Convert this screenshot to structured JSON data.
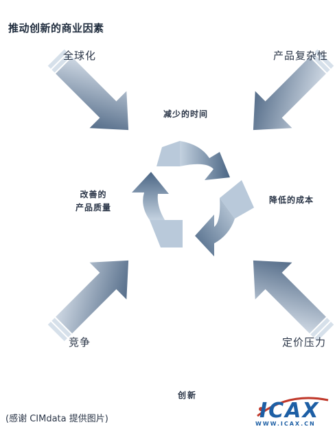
{
  "title": "推动创新的商业因素",
  "forces": {
    "globalization": "全球化",
    "complexity": "产品复杂性",
    "competition": "竞争",
    "pricing": "定价压力"
  },
  "center": {
    "time": "减少的时间",
    "quality_line1": "改善的",
    "quality_line2": "产品质量",
    "cost": "降低的成本"
  },
  "footer": "创新",
  "caption": "(感谢 CIMdata 提供图片)",
  "logo": {
    "main": "ICAX",
    "url": "WWW.ICAX.CN"
  },
  "colors": {
    "arrow_dark": "#3d5878",
    "arrow_light": "#c9d6e4",
    "cycle_dark": "#5a7594",
    "cycle_light": "#b7c7d8"
  }
}
